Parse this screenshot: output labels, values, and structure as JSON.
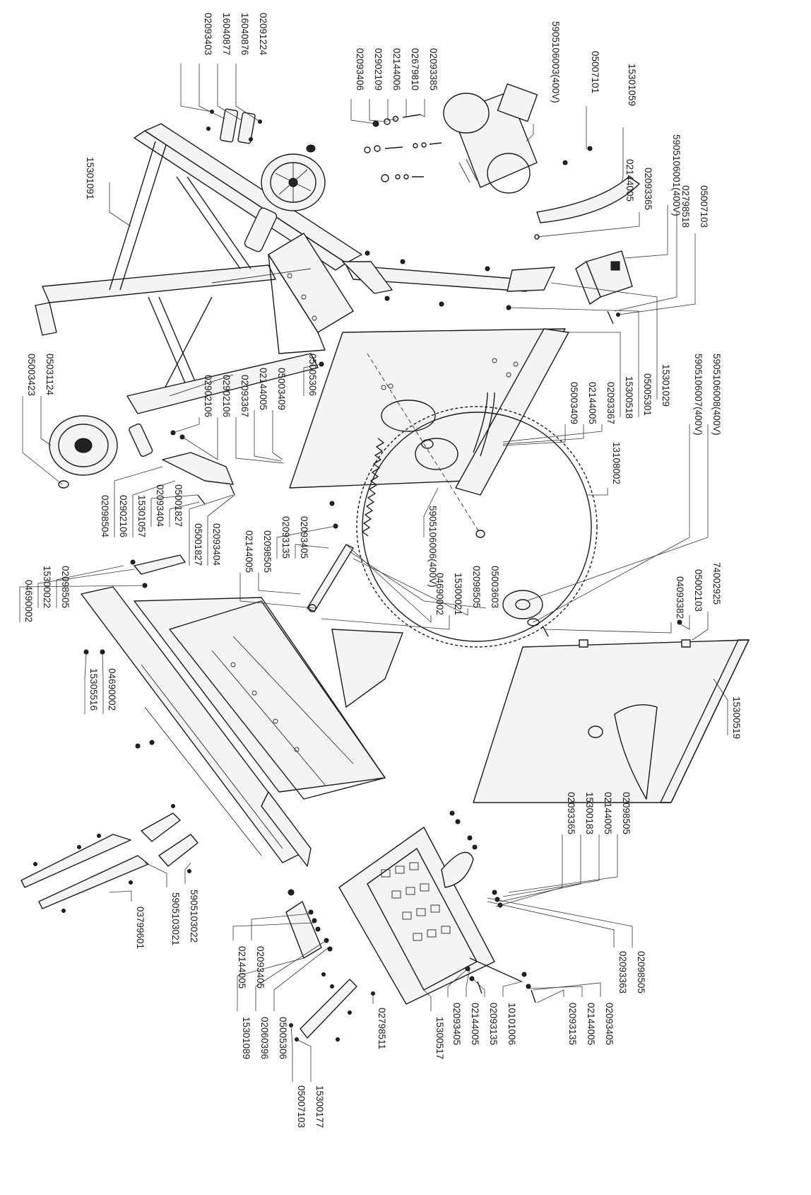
{
  "labels": [
    "02091224",
    "16040876",
    "16040877",
    "02093403",
    "02093385",
    "02679810",
    "02144006",
    "02902109",
    "02093406",
    "5905106003(400V)",
    "15301059",
    "05007101",
    "02093365",
    "02144005",
    "5905106001(400V)",
    "02798518",
    "05007103",
    "15301091",
    "15301029",
    "05005301",
    "15300518",
    "02093367",
    "02144005",
    "05003409",
    "13108002",
    "5905106008(400V)",
    "5905106007(400V)",
    "05005306",
    "05003409",
    "02144005",
    "02093367",
    "02902106",
    "02902106",
    "05031124",
    "05003423",
    "05001827",
    "02093404",
    "15301057",
    "02902106",
    "02098504",
    "05001827",
    "02093404",
    "02093405",
    "02093135",
    "02098505",
    "02144005",
    "5905106006(400V)",
    "74002925",
    "05002103",
    "04093382",
    "02098505",
    "15300022",
    "04690002",
    "05003603",
    "02098505",
    "15300021",
    "04690002",
    "15305516",
    "04690002",
    "15300519",
    "02098505",
    "02144005",
    "15300183",
    "02093365",
    "02098505",
    "02093363",
    "02093405",
    "02144005",
    "02093135",
    "10101006",
    "02093135",
    "02144005",
    "02093405",
    "15300517",
    "02798511",
    "15300177",
    "05007103",
    "05005306",
    "02060396",
    "15301089",
    "02093405",
    "02144005",
    "5905103022",
    "5905103021",
    "03799601"
  ]
}
